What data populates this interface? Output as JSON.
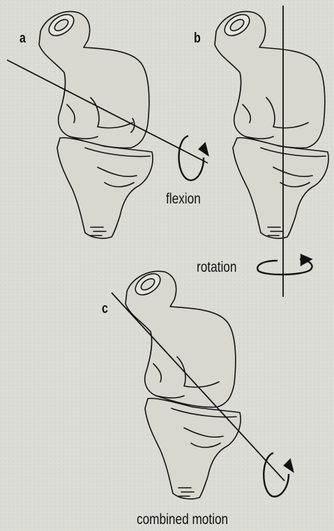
{
  "panels": [
    {
      "label": "a",
      "caption": "flexion"
    },
    {
      "label": "b",
      "caption": "rotation"
    },
    {
      "label": "c",
      "caption": "combined motion"
    }
  ],
  "colors": {
    "background": "#dcdcd6",
    "ink": "#111111"
  }
}
